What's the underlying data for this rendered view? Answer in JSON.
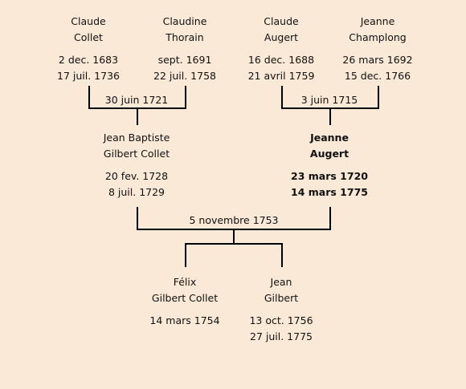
{
  "persons": {
    "claude_collet": {
      "first": "Claude",
      "last": "Collet",
      "birth": "2 dec. 1683",
      "death": "17 juil. 1736"
    },
    "claudine_thorain": {
      "first": "Claudine",
      "last": "Thorain",
      "birth": "sept. 1691",
      "death": "22 juil. 1758"
    },
    "claude_augert": {
      "first": "Claude",
      "last": "Augert",
      "birth": "16 dec. 1688",
      "death": "21 avril 1759"
    },
    "jeanne_champlong": {
      "first": "Jeanne",
      "last": "Champlong",
      "birth": "26 mars 1692",
      "death": "15 dec. 1766"
    },
    "jean_baptiste": {
      "first": "Jean Baptiste",
      "last": "Gilbert Collet",
      "birth": "20 fev. 1728",
      "death": "8 juil. 1729"
    },
    "jeanne_augert": {
      "first": "Jeanne",
      "last": "Augert",
      "birth": "23 mars 1720",
      "death": "14 mars 1775"
    },
    "felix": {
      "first": "Félix",
      "last": "Gilbert Collet",
      "birth": "14 mars 1754",
      "death": ""
    },
    "jean_gilbert": {
      "first": "Jean",
      "last": "Gilbert",
      "birth": "13 oct. 1756",
      "death": "27 juil. 1775"
    }
  },
  "marriages": {
    "collet_thorain": "30 juin 1721",
    "augert_champlong": "3 juin 1715",
    "collet_augert": "5 novembre 1753"
  }
}
